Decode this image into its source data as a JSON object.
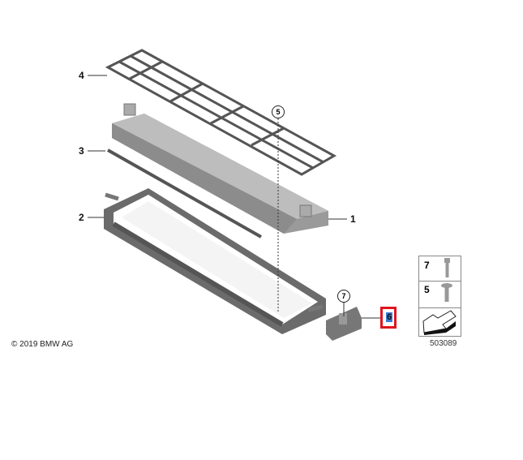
{
  "callouts": {
    "part_1": "1",
    "part_2": "2",
    "part_3": "3",
    "part_4": "4",
    "part_5": "5",
    "part_6": "6",
    "part_7": "7"
  },
  "legend": {
    "items": [
      {
        "number": "7",
        "icon": "bolt-icon"
      },
      {
        "number": "5",
        "icon": "screw-icon"
      }
    ],
    "arrow_icon": "arrow-icon"
  },
  "diagram_code": "503089",
  "copyright": "© 2019 BMW AG",
  "highlight_color": "#e0141e"
}
